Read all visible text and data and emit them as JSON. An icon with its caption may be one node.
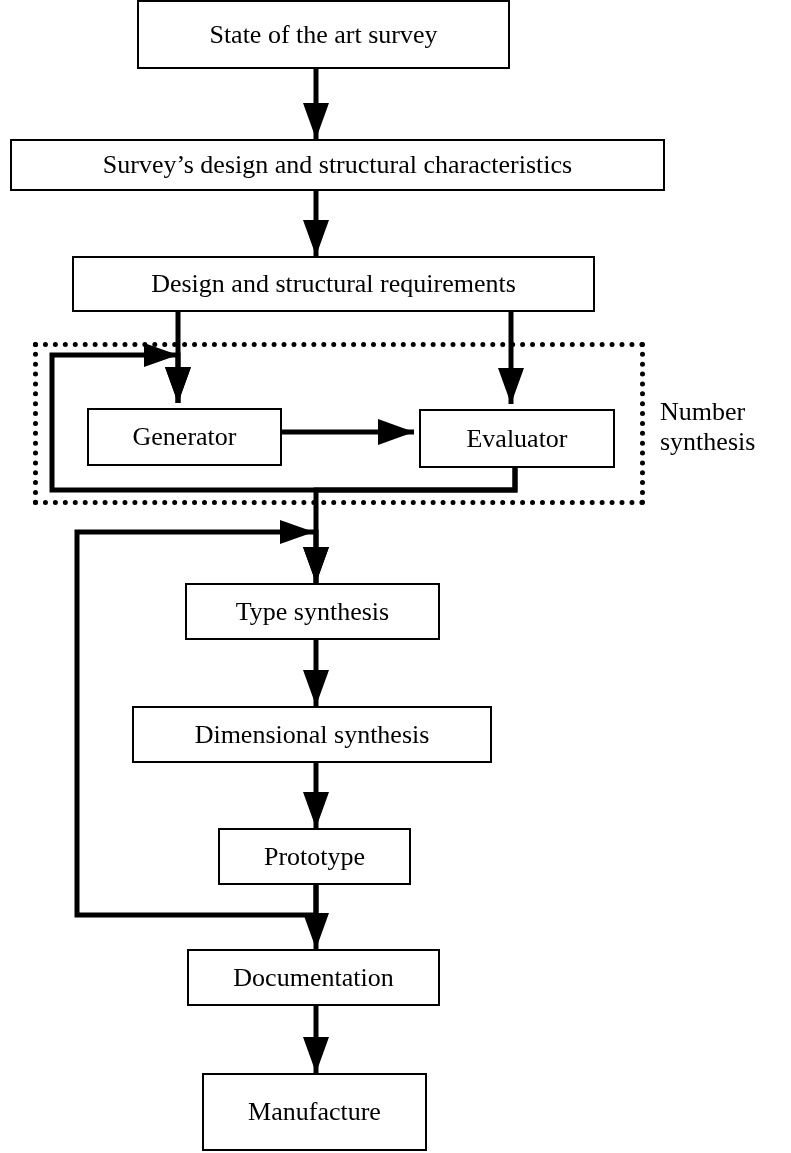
{
  "diagram": {
    "nodes": [
      {
        "text": [
          "State of the art survey"
        ]
      },
      {
        "text": [
          "Survey’s design and structural characteristics"
        ]
      },
      {
        "text": [
          "Design and structural requirements"
        ]
      },
      {
        "text": [
          "Number synthesis"
        ]
      },
      {
        "text": [
          "Generator"
        ],
        "in": 3
      },
      {
        "text": [
          "Evaluator"
        ],
        "in": 3
      },
      {
        "text": [
          "Type synthesis"
        ]
      },
      {
        "text": [
          "Dimensional synthesis"
        ]
      },
      {
        "text": [
          "Prototype"
        ]
      },
      {
        "text": [
          "Documentation"
        ]
      },
      {
        "text": [
          "Manufacture"
        ]
      }
    ],
    "edges": [
      {
        "from": 0,
        "to": 1,
        "arrow": "to"
      },
      {
        "from": 1,
        "to": 2,
        "arrow": "to"
      },
      {
        "from": 2,
        "to": 4,
        "arrow": "to"
      },
      {
        "from": 2,
        "to": 5,
        "arrow": "to"
      },
      {
        "from": 4,
        "to": 5,
        "arrow": "to"
      },
      {
        "from": 5,
        "to": 4,
        "arrow": "to"
      },
      {
        "from": 5,
        "to": 6,
        "arrow": "to"
      },
      {
        "from": 6,
        "to": 7,
        "arrow": "to"
      },
      {
        "from": 7,
        "to": 8,
        "arrow": "to"
      },
      {
        "from": 8,
        "to": 6,
        "arrow": "to"
      },
      {
        "from": 8,
        "to": 9,
        "arrow": "to"
      },
      {
        "from": 9,
        "to": 10,
        "arrow": "to"
      }
    ]
  }
}
